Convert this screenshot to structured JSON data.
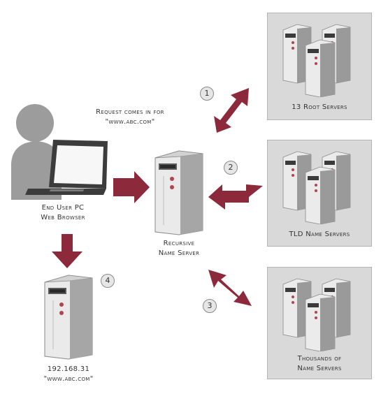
{
  "colors": {
    "arrow": "#8c2a3c",
    "panel": "#d9d9d9",
    "server_light": "#ebebeb",
    "server_dark": "#9a9a9a",
    "person": "#9c9c9c"
  },
  "request_label": {
    "line1": "Request comes in for",
    "line2": "\"www.abc.com\""
  },
  "end_user": {
    "line1": "End User PC",
    "line2": "Web Browser"
  },
  "recursive_server": {
    "line1": "Recursive",
    "line2": "Name Server"
  },
  "root_servers": {
    "label": "13 Root Servers"
  },
  "tld_servers": {
    "label": "TLD Name Servers"
  },
  "auth_servers": {
    "line1": "Thousands of",
    "line2": "Name Servers"
  },
  "web_server": {
    "ip": "192.168.31",
    "host": "\"www.abc.com\""
  },
  "steps": [
    "1",
    "2",
    "3",
    "4"
  ]
}
